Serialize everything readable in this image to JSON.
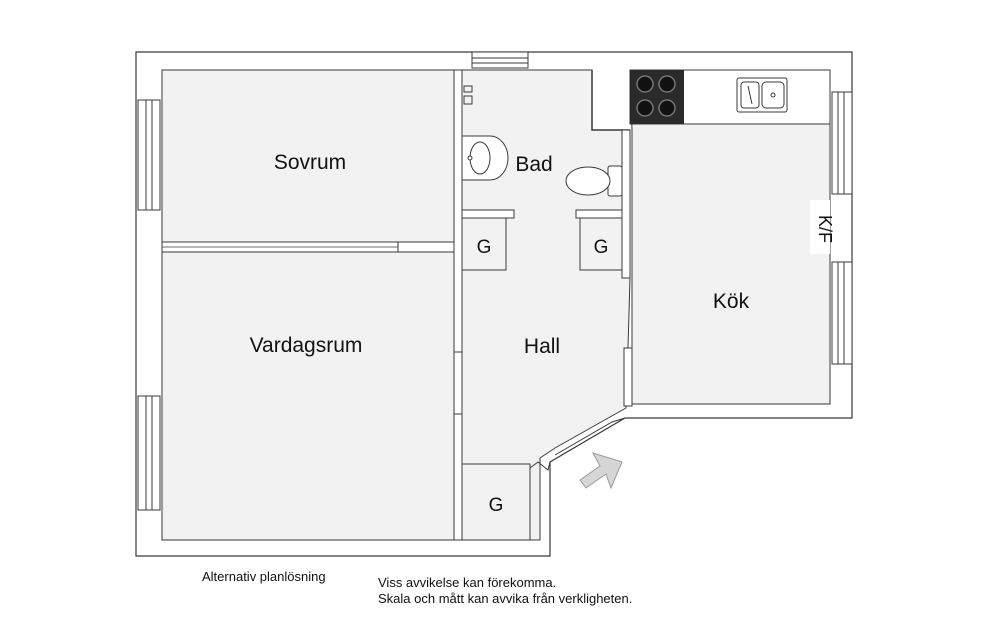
{
  "rooms": {
    "sovrum": "Sovrum",
    "vardagsrum": "Vardagsrum",
    "bad": "Bad",
    "hall": "Hall",
    "kok": "Kök",
    "kf": "K/F"
  },
  "closets": {
    "bath_left": "G",
    "bath_right": "G",
    "hall_bottom": "G"
  },
  "captions": {
    "alternative": "Alternativ planlösning",
    "disclaimer_line1": "Viss avvikelse kan förekomma.",
    "disclaimer_line2": "Skala och mått kan avvika från verkligheten."
  },
  "colors": {
    "floor": "#f2f2f2",
    "wall": "#3a3a3a",
    "entrance_arrow": "#d6d6d6"
  },
  "icons": {
    "stove": "stove-icon",
    "sink": "kitchen-sink-icon",
    "washbasin": "washbasin-icon",
    "toilet": "toilet-icon",
    "entrance": "entrance-arrow-icon"
  }
}
